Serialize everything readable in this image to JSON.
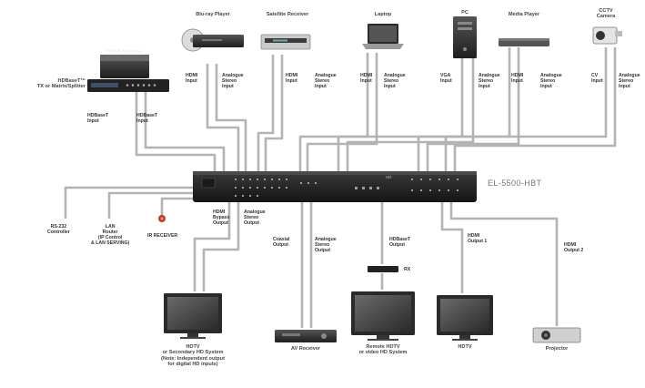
{
  "hub": {
    "model": "EL-5500-HBT",
    "badge": "HD"
  },
  "sources": {
    "bluray": {
      "title": "Blu-ray Player",
      "ports": [
        "HDMI\nInput",
        "Analogue\nStereo\nInput"
      ]
    },
    "satellite": {
      "title": "Satellite Receiver",
      "ports": [
        "HDMI\nInput",
        "Analogue\nStereo\nInput"
      ]
    },
    "laptop": {
      "title": "Laptop",
      "ports": [
        "HDMI\nInput",
        "Analogue\nStereo\nInput"
      ]
    },
    "pc": {
      "title": "PC",
      "ports": [
        "VGA\nInput",
        "Analogue\nStereo\nInput"
      ]
    },
    "media_player": {
      "title": "Media Player",
      "ports": [
        "HDMI\nInput",
        "Analogue\nStereo\nInput"
      ]
    },
    "camera": {
      "title": "CCTV\nCamera",
      "ports": [
        "CV\nInput",
        "Analogue\nStereo\nInput"
      ]
    },
    "hdmi_sources": {
      "title": "HDMI Sources"
    },
    "hdbaset_tx": {
      "title": "HDBaseT™\nTX or Matrix/Splitter",
      "ports": [
        "HDBaseT\nInput",
        "HDBaseT\nInput"
      ]
    }
  },
  "controls": {
    "rs232": "RS-232\nController",
    "lan": "LAN\nRouter\n(IP Control\n& LAN SERVING)",
    "ir": "IR RECEIVER"
  },
  "outputs": {
    "hdtv_left": {
      "ports": "HDMI\nBypass\nOutput",
      "audio": "Analogue\nStereo\nOutput",
      "caption": "HDTV\nor Secondary HD System\n(Note: Independent output\nfor digital HD inputs)"
    },
    "av_receiver": {
      "ports": [
        "Coaxial\nOutput",
        "Analogue\nStereo\nOutput"
      ],
      "caption": "AV Receiver"
    },
    "remote_hdtv": {
      "ports": "HDBaseT\nOutput",
      "rx": "RX",
      "caption": "Remote HDTV\nor video HD System"
    },
    "hdtv": {
      "ports": "HDMI\nOutput 1",
      "caption": "HDTV"
    },
    "projector": {
      "ports": "HDMI\nOutput 2",
      "caption": "Projector"
    }
  },
  "colors": {
    "cable": "#b5b5b5",
    "cable_edge": "#8e8e8e",
    "device": "#2e2e2e",
    "hub": "#262626",
    "screen": "#3d3d3d",
    "ir_dot": "#c0392b"
  }
}
